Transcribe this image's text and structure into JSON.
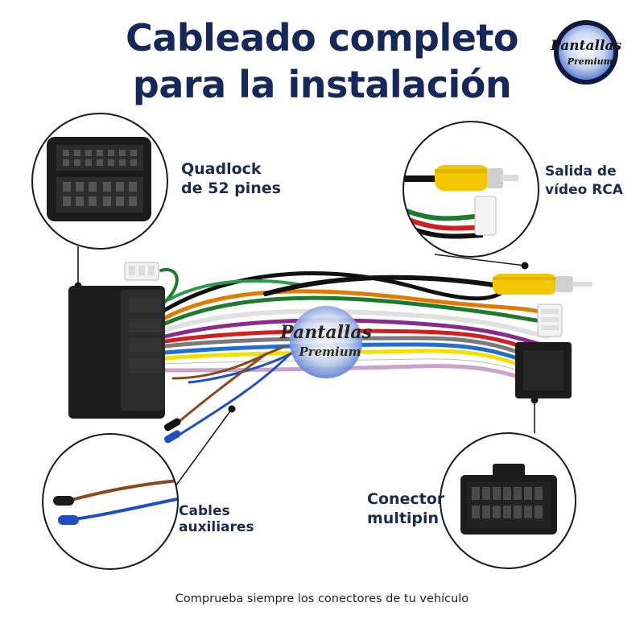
{
  "title": {
    "line1": "Cableado completo",
    "line2": "para la instalación"
  },
  "logo": {
    "line1": "Pantallas",
    "line2": "Premium"
  },
  "callouts": {
    "quadlock": {
      "line1": "Quadlock",
      "line2": "de 52 pines"
    },
    "rca": {
      "line1": "Salida de",
      "line2": "vídeo RCA"
    },
    "aux": {
      "line1": "Cables",
      "line2": "auxiliares"
    },
    "multipin": {
      "line1": "Conector",
      "line2": "multipin"
    }
  },
  "footer": "Comprueba siempre los conectores de tu vehículo",
  "colors": {
    "navy": "#16275a",
    "rca_yellow": "#f2c700",
    "aux_blue": "#1f4fc4",
    "aux_brown": "#8b4a1e",
    "circle_outline": "#1b1b1b"
  },
  "icons": [
    "quadlock-connector-icon",
    "rca-plug-icon",
    "multipin-connector-icon",
    "aux-wire-icon",
    "brand-logo-icon"
  ]
}
